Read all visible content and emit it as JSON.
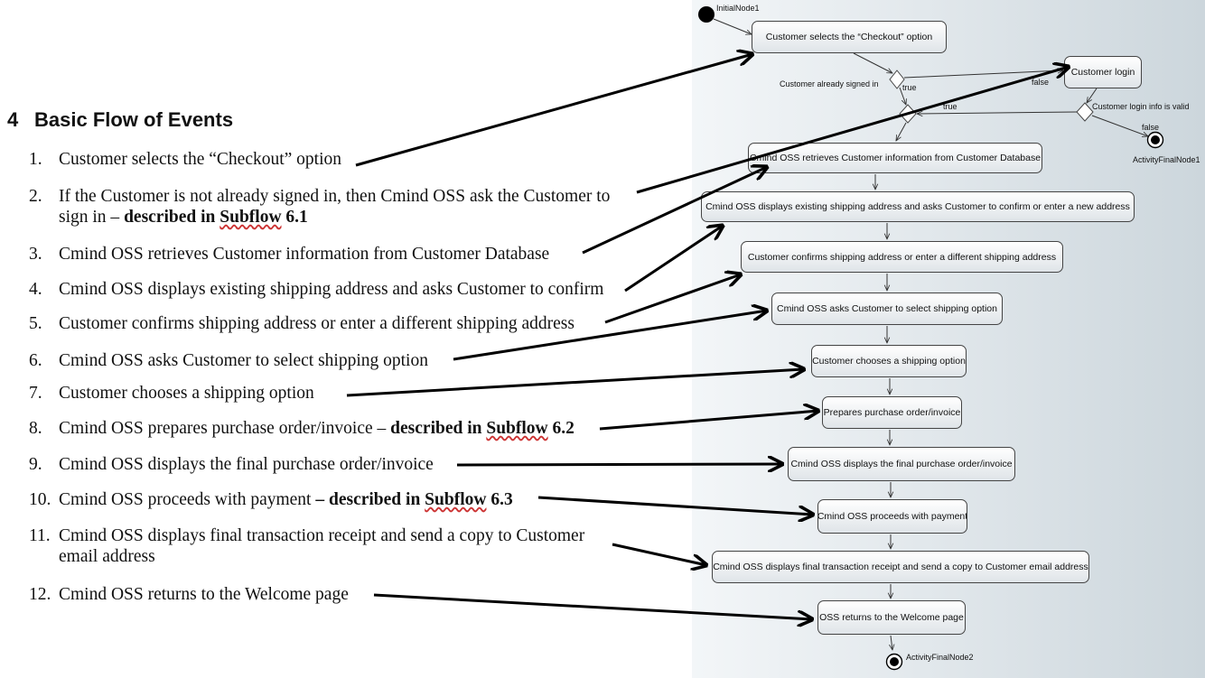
{
  "document": {
    "heading_num": "4",
    "heading_text": "Basic Flow of Events",
    "steps": [
      {
        "num": "1.",
        "text": "Customer selects the “Checkout” option"
      },
      {
        "num": "2.",
        "text": "If the Customer is not already signed in, then Cmind OSS ask the Customer to",
        "cont_prefix": "sign in – ",
        "cont_bold": "described in ",
        "cont_link": "Subflow",
        "cont_tail": " 6.1"
      },
      {
        "num": "3.",
        "text": "Cmind OSS retrieves Customer information from Customer Database"
      },
      {
        "num": "4.",
        "text": "Cmind OSS displays existing shipping address and asks Customer to confirm"
      },
      {
        "num": "5.",
        "text": "Customer confirms shipping address or enter a different shipping address"
      },
      {
        "num": "6.",
        "text": "Cmind OSS asks Customer to select shipping option"
      },
      {
        "num": "7.",
        "text": "Customer chooses a shipping option"
      },
      {
        "num": "8.",
        "text": "Cmind OSS prepares purchase order/invoice – ",
        "bold": "described in ",
        "link": "Subflow",
        "tail": " 6.2"
      },
      {
        "num": "9.",
        "text": "Cmind OSS displays the final purchase order/invoice"
      },
      {
        "num": "10.",
        "text": "Cmind OSS proceeds with payment ",
        "bold": "– described in ",
        "link": "Subflow",
        "tail": " 6.3"
      },
      {
        "num": "11.",
        "text": "Cmind OSS displays final transaction receipt and send a copy to Customer",
        "cont": "email address"
      },
      {
        "num": "12.",
        "text": "Cmind OSS returns to the Welcome page"
      }
    ]
  },
  "diagram": {
    "initial_node_label": "InitialNode1",
    "final_node_1_label": "ActivityFinalNode1",
    "final_node_2_label": "ActivityFinalNode2",
    "decision_1_label": "Customer already signed in",
    "decision_2_label": "Customer login info is valid",
    "guard_true_1": "true",
    "guard_false_1": "false",
    "guard_true_2": "true",
    "guard_false_2": "false",
    "actions": {
      "checkout": "Customer selects the “Checkout” option",
      "login": "Customer login",
      "retrieve": "Cmind OSS retrieves Customer information from Customer Database",
      "display_address": "Cmind OSS displays existing shipping address and asks Customer to confirm or enter a new address",
      "confirm_address": "Customer confirms shipping address or enter a different shipping address",
      "ask_shipping": "Cmind OSS asks Customer to select shipping option",
      "choose_shipping": "Customer chooses a shipping option",
      "prepare_order": "Prepares purchase order/invoice",
      "display_order": "Cmind OSS displays the final purchase order/invoice",
      "payment": "Cmind OSS proceeds with payment",
      "receipt": "Cmind OSS displays final transaction receipt and send a copy to Customer email address",
      "welcome": "OSS returns to the Welcome page"
    }
  },
  "colors": {
    "text": "#111111",
    "node_border": "#444444",
    "link_underline": "#cc3333",
    "canvas_bg": "#dfe6ea"
  }
}
